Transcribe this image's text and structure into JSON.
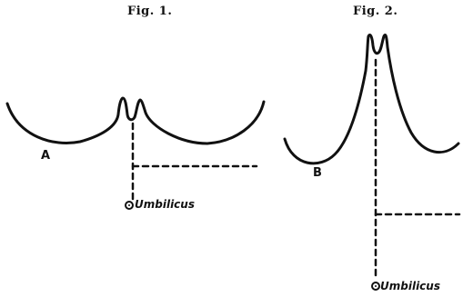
{
  "figures": [
    {
      "id": "fig1",
      "title": "Fig. 1.",
      "curve_label": "A",
      "point_label": "Umbilicus"
    },
    {
      "id": "fig2",
      "title": "Fig. 2.",
      "curve_label": "B",
      "point_label": "Umbilicus"
    }
  ],
  "colors": {
    "ink": "#111111",
    "background": "#ffffff"
  }
}
